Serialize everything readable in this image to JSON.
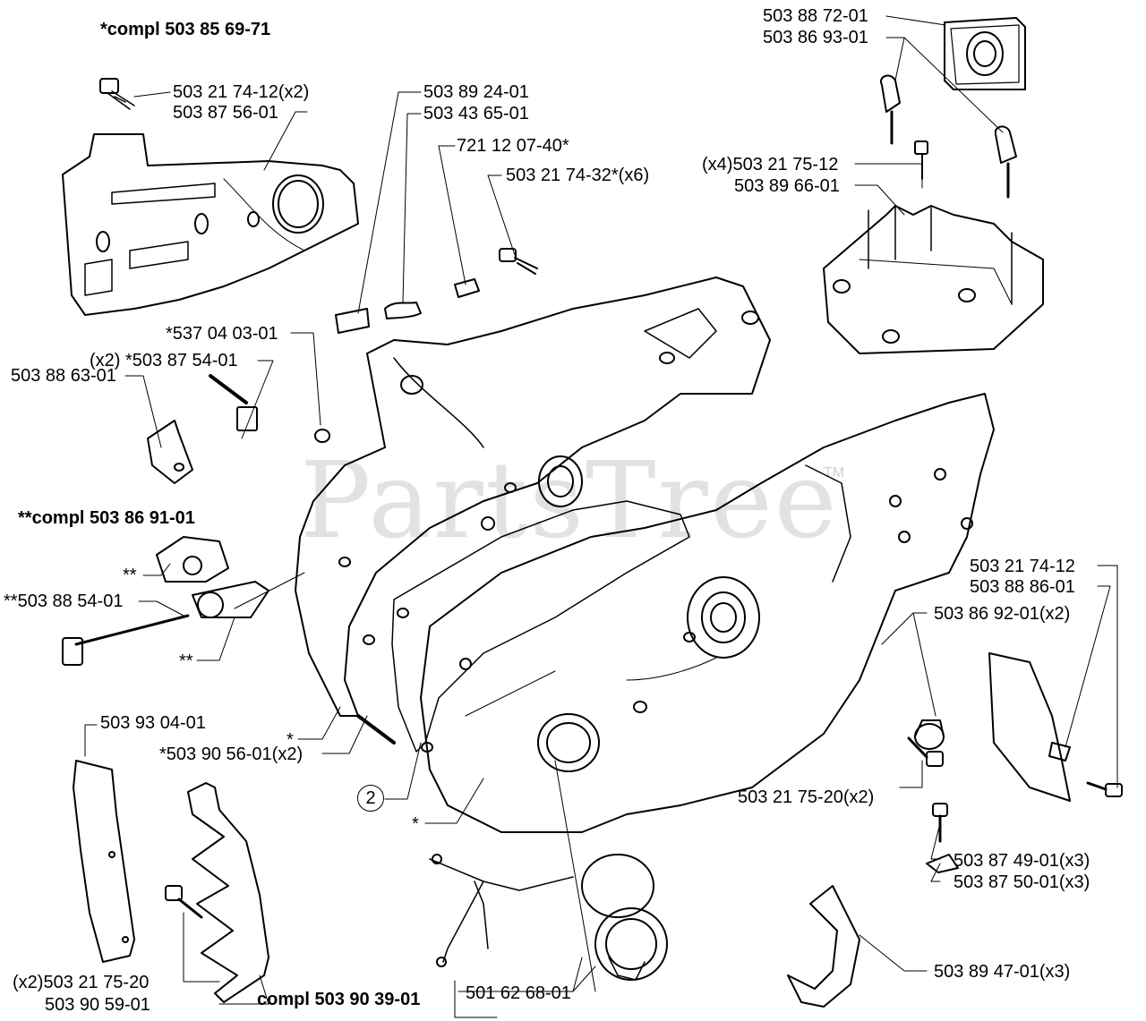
{
  "watermark": {
    "text": "PartsTree",
    "tm": "TM"
  },
  "group_labels": {
    "g1": "*compl 503 85 69-71",
    "g2": "**compl 503 86 91-01",
    "g3": "compl 503 90 39-01"
  },
  "callout": "2",
  "labels": {
    "l01": "503 88 72-01",
    "l02": "503 86 93-01",
    "l03": "503 21 74-12(x2)",
    "l04": "503 87 56-01",
    "l05": "503 89 24-01",
    "l06": "503 43 65-01",
    "l07": "721 12 07-40*",
    "l08": "503 21 74-32*(x6)",
    "l09": "(x4)503 21 75-12",
    "l10": "503 89 66-01",
    "l11": "*537 04 03-01",
    "l12": "(x2) *503 87 54-01",
    "l13": "503 88 63-01",
    "l14": "**",
    "l15": "**503 88 54-01",
    "l16": "**",
    "l17": "*",
    "l18": "*503 90 56-01(x2)",
    "l19": "*",
    "l20": "503 93 04-01",
    "l21": "503 21 74-12",
    "l22": "503 88 86-01",
    "l23": "503 86 92-01(x2)",
    "l24": "503 21 75-20(x2)",
    "l25": "503 87 49-01(x3)",
    "l26": "503 87 50-01(x3)",
    "l27": "503 89 47-01(x3)",
    "l28": "(x2)503 21 75-20",
    "l29": "503 90 59-01",
    "l30": "501 62 68-01"
  }
}
